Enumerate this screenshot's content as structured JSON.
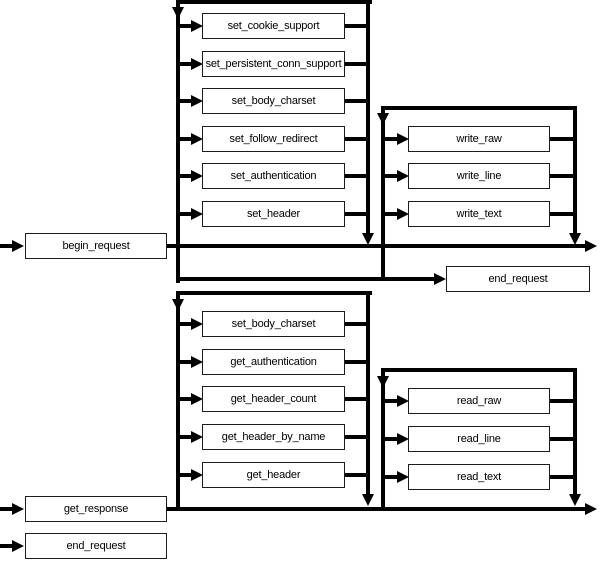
{
  "diagram": {
    "type": "flow-diagram",
    "request_phase": {
      "start_label": "begin_request",
      "loop_functions": [
        "set_cookie_support",
        "set_persistent_conn_support",
        "set_body_charset",
        "set_follow_redirect",
        "set_authentication",
        "set_header"
      ],
      "write_functions": [
        "write_raw",
        "write_line",
        "write_text"
      ],
      "end_label": "end_request"
    },
    "response_phase": {
      "start_label": "get_response",
      "loop_functions": [
        "set_body_charset",
        "get_authentication",
        "get_header_count",
        "get_header_by_name",
        "get_header"
      ],
      "read_functions": [
        "read_raw",
        "read_line",
        "read_text"
      ],
      "end_label": "end_request"
    },
    "colors": {
      "line": "#000000",
      "box_border": "#1c1c1c",
      "background": "#ffffff",
      "text": "#000000"
    }
  }
}
